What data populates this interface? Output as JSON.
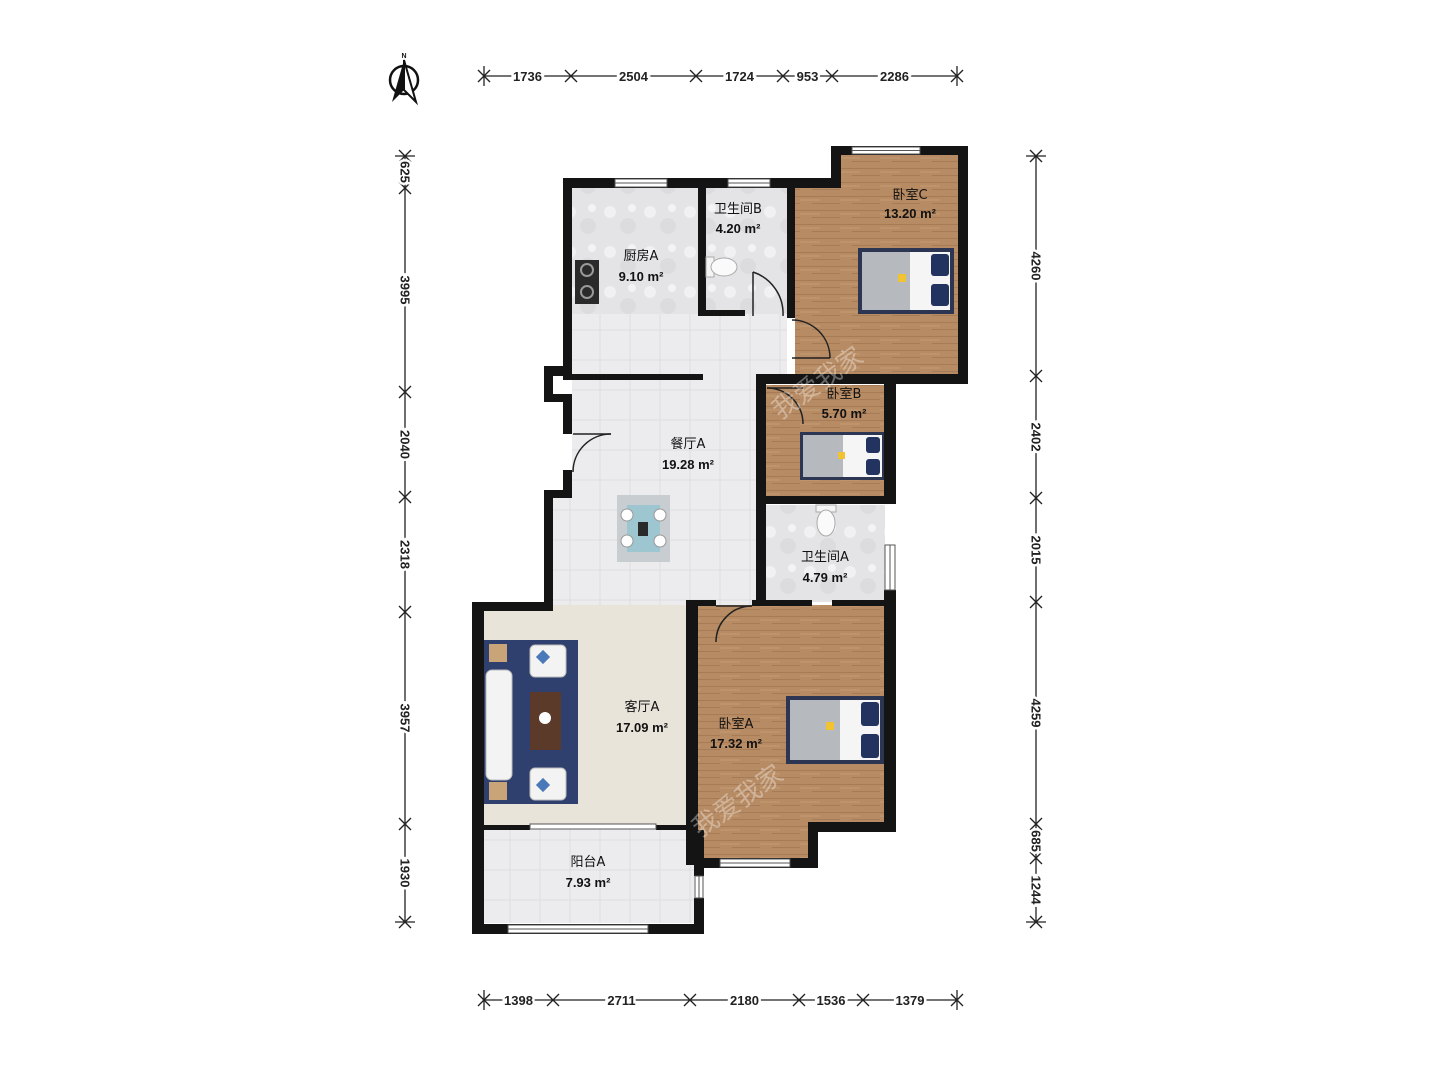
{
  "compass": {
    "label": "N"
  },
  "dimensions": {
    "top": [
      "1736",
      "2504",
      "1724",
      "953",
      "2286"
    ],
    "bottom": [
      "1398",
      "2711",
      "2180",
      "1536",
      "1379"
    ],
    "left": [
      "625",
      "3995",
      "2040",
      "2318",
      "3957",
      "1930"
    ],
    "right": [
      "4260",
      "2402",
      "2015",
      "4259",
      "685",
      "1244"
    ]
  },
  "rooms": {
    "kitchen_a": {
      "name": "厨房A",
      "area": "9.10 m²"
    },
    "bathroom_b": {
      "name": "卫生间B",
      "area": "4.20 m²"
    },
    "bedroom_c": {
      "name": "卧室C",
      "area": "13.20 m²"
    },
    "bedroom_b": {
      "name": "卧室B",
      "area": "5.70 m²"
    },
    "dining_a": {
      "name": "餐厅A",
      "area": "19.28 m²"
    },
    "bathroom_a": {
      "name": "卫生间A",
      "area": "4.79 m²"
    },
    "living_a": {
      "name": "客厅A",
      "area": "17.09 m²"
    },
    "bedroom_a": {
      "name": "卧室A",
      "area": "17.32 m²"
    },
    "balcony_a": {
      "name": "阳台A",
      "area": "7.93 m²"
    }
  },
  "watermarks": [
    "我爱我家",
    "我爱我家"
  ],
  "colors": {
    "wall": "#141414",
    "wood_floor": "#b78b63",
    "tile_floor": "#ececef",
    "marble_floor": "#e4e4e6",
    "living_floor": "#e9e4da",
    "rug": "#2f3f6e"
  }
}
